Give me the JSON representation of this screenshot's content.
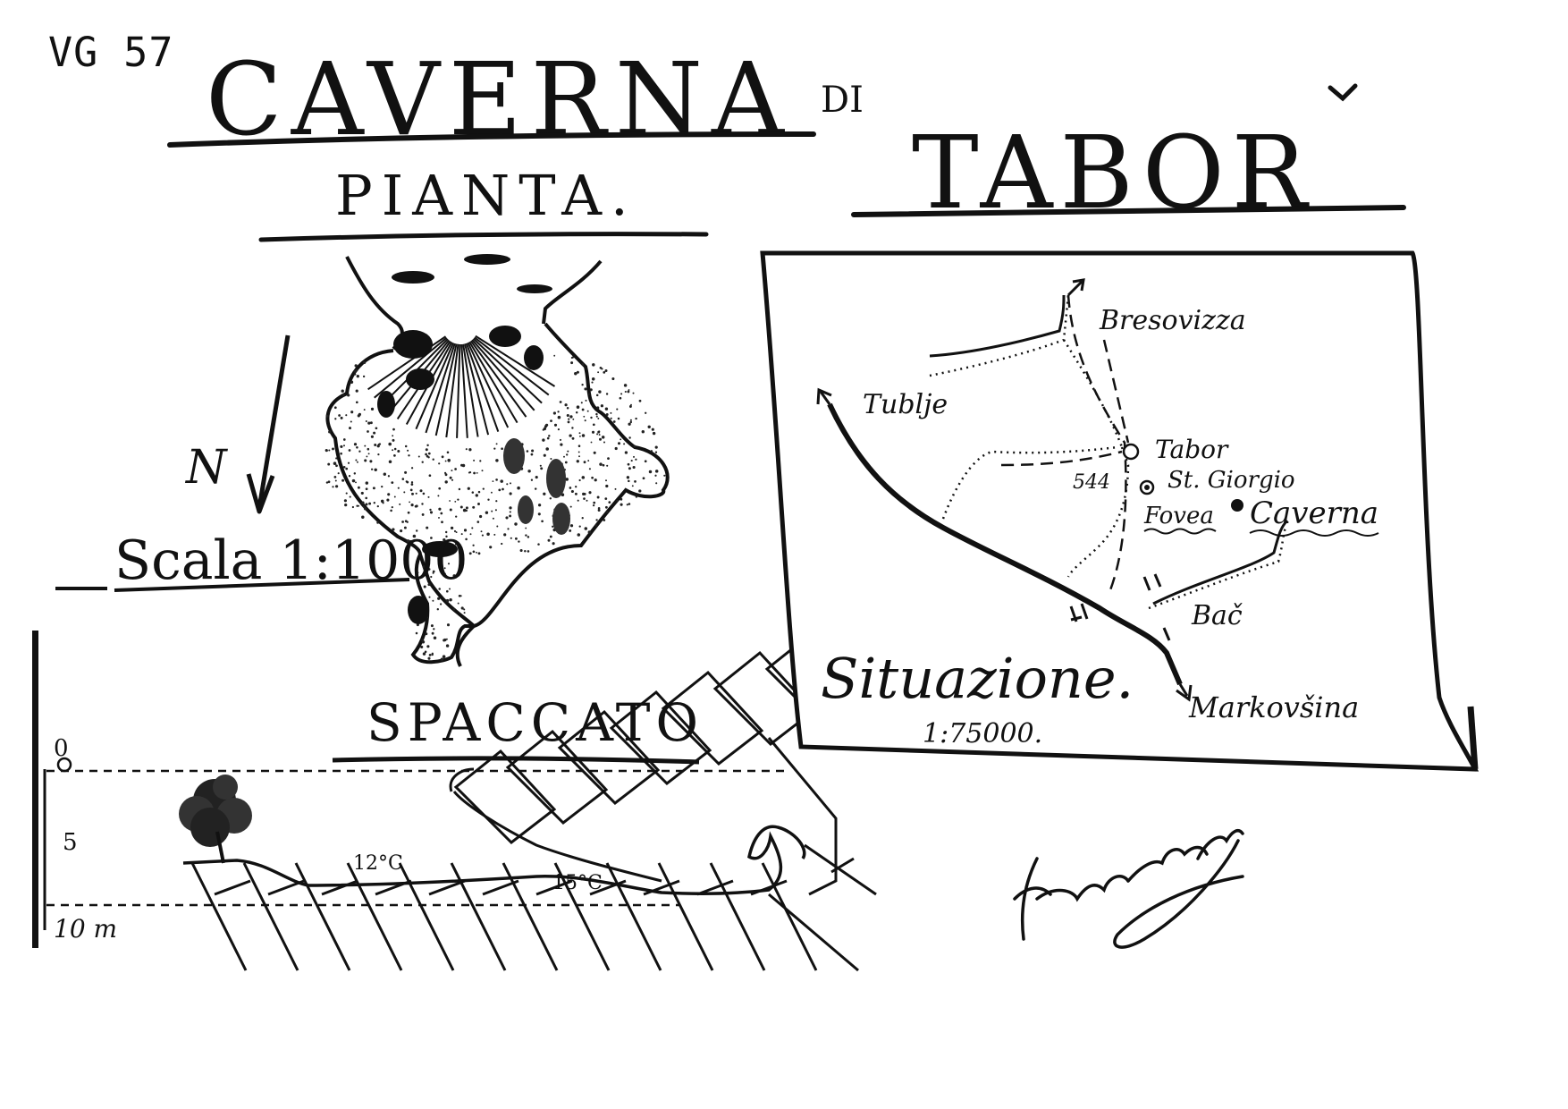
{
  "sheet": {
    "code": "VG 57",
    "title_main": "CAVERNA",
    "title_di": "DI",
    "title_place": "TABOR",
    "subtitle_plan": "PIANTA.",
    "north": "N",
    "scale_plan": "Scala 1:1000",
    "subtitle_section": "SPACCATO",
    "section_levels": [
      "0",
      "5",
      "10 m"
    ],
    "section_temps": [
      "12°C",
      "15°C"
    ],
    "inset": {
      "title": "Situazione.",
      "scale": "1:75000.",
      "places": {
        "bresovizza": "Bresovizza",
        "tublje": "Tublje",
        "tabor": "Tabor",
        "elevation": "544",
        "st_giorgio": "St. Giorgio",
        "fovea": "Fovea",
        "caverna": "Caverna",
        "bac": "Bač",
        "markovsina": "Markovšina"
      }
    },
    "colors": {
      "ink": "#111111",
      "paper": "#ffffff"
    },
    "icons": [
      "north-arrow-icon",
      "tree-icon",
      "cave-marker-icon",
      "church-marker-icon",
      "route-arrow-icon",
      "signature-icon"
    ]
  }
}
